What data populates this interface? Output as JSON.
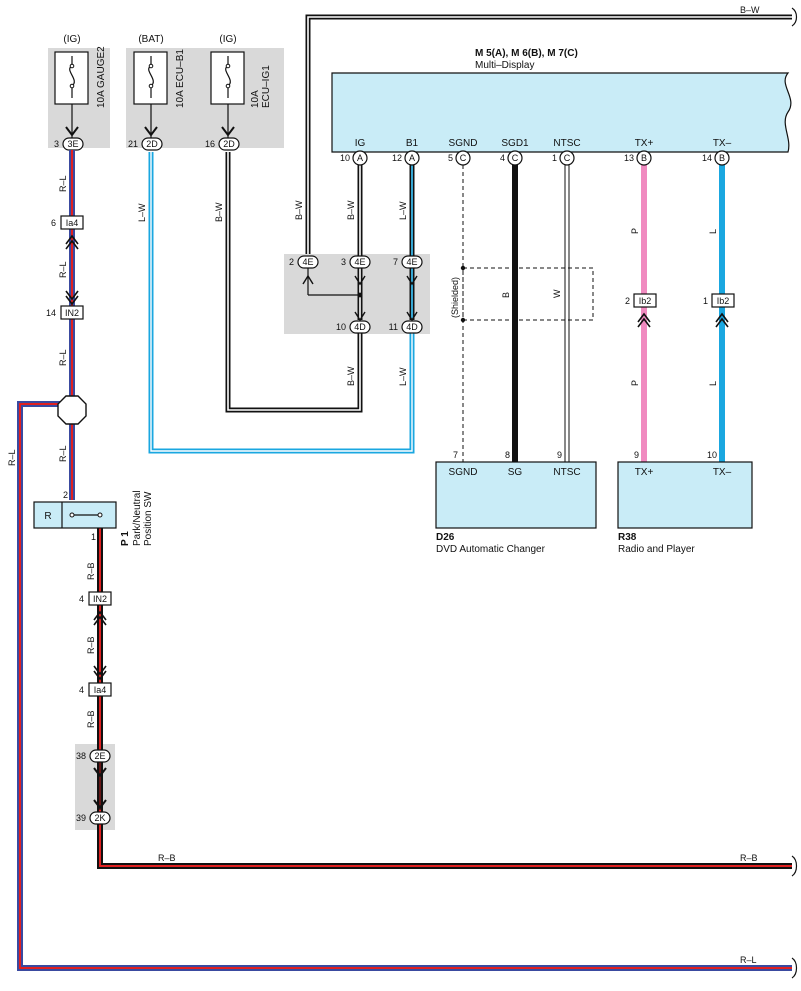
{
  "fuses": [
    {
      "supply": "(IG)",
      "name": "10A GAUGE2",
      "pin": "3",
      "conn": "3E"
    },
    {
      "supply": "(BAT)",
      "name": "10A ECU–B1",
      "pin": "21",
      "conn": "2D"
    },
    {
      "supply": "(IG)",
      "name": "10A",
      "name2": "ECU–IG1",
      "pin": "16",
      "conn": "2D"
    }
  ],
  "multi_display": {
    "title": "M 5(A), M 6(B), M 7(C)",
    "name": "Multi–Display",
    "terminals": [
      {
        "label": "IG",
        "pin": "10",
        "conn": "A"
      },
      {
        "label": "B1",
        "pin": "12",
        "conn": "A"
      },
      {
        "label": "SGND",
        "pin": "5",
        "conn": "C"
      },
      {
        "label": "SGD1",
        "pin": "4",
        "conn": "C"
      },
      {
        "label": "NTSC",
        "pin": "1",
        "conn": "C"
      },
      {
        "label": "TX+",
        "pin": "13",
        "conn": "B"
      },
      {
        "label": "TX–",
        "pin": "14",
        "conn": "B"
      }
    ]
  },
  "junction": {
    "top": [
      {
        "pin": "2",
        "conn": "4E"
      },
      {
        "pin": "3",
        "conn": "4E"
      },
      {
        "pin": "7",
        "conn": "4E"
      }
    ],
    "bottom": [
      {
        "pin": "10",
        "conn": "4D"
      },
      {
        "pin": "11",
        "conn": "4D"
      }
    ]
  },
  "dvd": {
    "code": "D26",
    "name": "DVD Automatic Changer",
    "terminals": [
      {
        "label": "SGND",
        "pin": "7"
      },
      {
        "label": "SG",
        "pin": "8"
      },
      {
        "label": "NTSC",
        "pin": "9"
      }
    ]
  },
  "radio": {
    "code": "R38",
    "name": "Radio and Player",
    "terminals": [
      {
        "label": "TX+",
        "pin": "9"
      },
      {
        "label": "TX–",
        "pin": "10"
      }
    ]
  },
  "park_sw": {
    "code": "P 1",
    "name1": "Park/Neutral",
    "name2": "Position SW",
    "position": "R",
    "pin_top": "2",
    "pin_bottom": "1"
  },
  "inline_connectors": [
    {
      "pin": "6",
      "conn": "Ia4"
    },
    {
      "pin": "14",
      "conn": "IN2"
    },
    {
      "pin": "4",
      "conn": "IN2"
    },
    {
      "pin": "4",
      "conn": "Ia4"
    },
    {
      "pin": "2",
      "conn": "Ib2"
    },
    {
      "pin": "1",
      "conn": "Ib2"
    }
  ],
  "lower_junction": [
    {
      "pin": "38",
      "conn": "2E"
    },
    {
      "pin": "39",
      "conn": "2K"
    }
  ],
  "shielded_label": "(Shielded)",
  "wire_labels": {
    "bw": "B–W",
    "lw": "L–W",
    "rl": "R–L",
    "rb": "R–B",
    "b": "B",
    "w": "W",
    "p": "P",
    "l": "L"
  },
  "colors": {
    "unit_fill": "#c9ecf7",
    "pink_wire": "#f08ac0",
    "blue_wire": "#1aa7e0",
    "red_wire": "#e02020",
    "grey_box": "#d9d9d9"
  }
}
